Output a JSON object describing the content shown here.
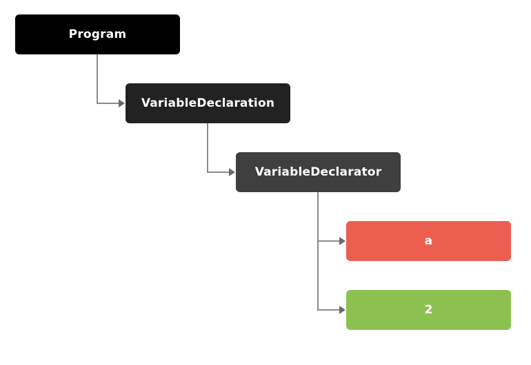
{
  "tree": {
    "nodes": [
      {
        "key": "program",
        "label": "Program",
        "color": "#000000"
      },
      {
        "key": "decl",
        "label": "VariableDeclaration",
        "color": "#222222"
      },
      {
        "key": "declarator",
        "label": "VariableDeclarator",
        "color": "#3f3f3f"
      },
      {
        "key": "id",
        "label": "a",
        "color": "#ec5f50"
      },
      {
        "key": "init",
        "label": "2",
        "color": "#8cc152"
      }
    ],
    "edges": [
      {
        "from": "program",
        "to": "decl"
      },
      {
        "from": "decl",
        "to": "declarator"
      },
      {
        "from": "declarator",
        "to": "id"
      },
      {
        "from": "declarator",
        "to": "init"
      }
    ],
    "connector_color": "#8a8a8a"
  }
}
